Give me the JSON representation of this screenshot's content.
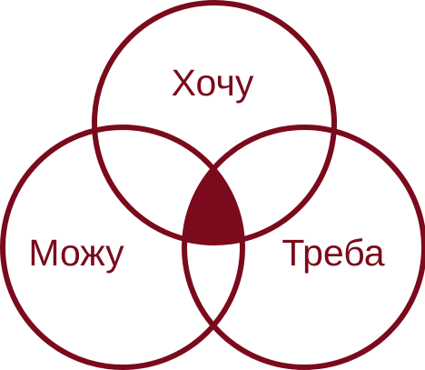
{
  "labels": {
    "want": "Хочу",
    "can": "Можу",
    "need": "Треба"
  },
  "colors": {
    "accent": "#7a0a1c",
    "background": "#ffffff"
  }
}
